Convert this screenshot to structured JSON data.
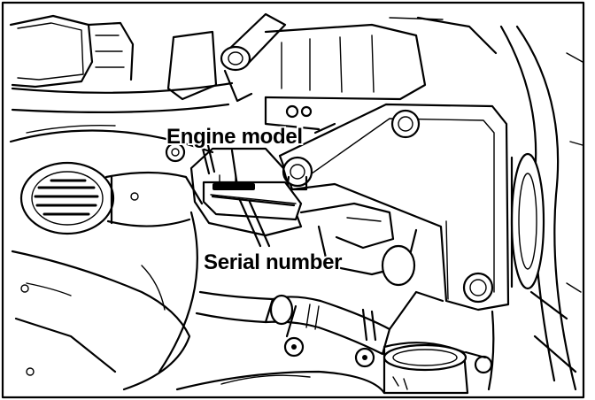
{
  "figure": {
    "labels": {
      "engine_model": "Engine model",
      "serial_number": "Serial number"
    },
    "colors": {
      "ink": "#000000",
      "paper": "#ffffff"
    },
    "style": "black line-art technical illustration"
  }
}
